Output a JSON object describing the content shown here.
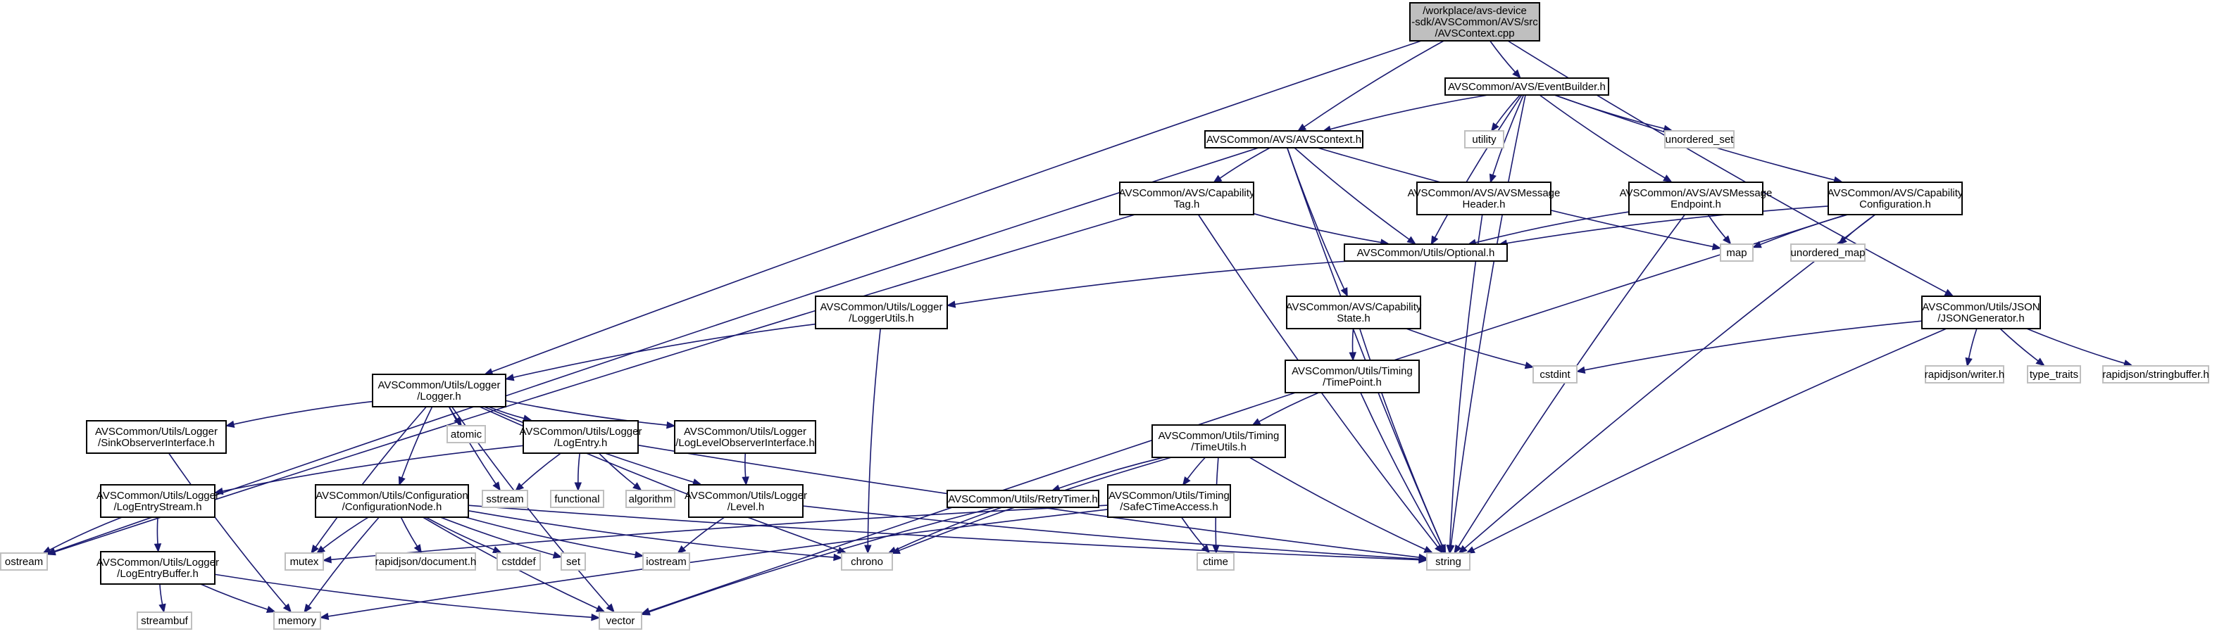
{
  "colors": {
    "edge": "#191970",
    "project_border": "#000000",
    "external_border": "#bfbfbf",
    "root_fill": "#bfbfbf",
    "background": "#ffffff"
  },
  "nodes": [
    {
      "id": "root",
      "kind": "root",
      "label": [
        "/workplace/avs-device",
        "-sdk/AVSCommon/AVS/src",
        "/AVSContext.cpp"
      ]
    },
    {
      "id": "eventbuilder",
      "kind": "project",
      "label": [
        "AVSCommon/AVS/EventBuilder.h"
      ]
    },
    {
      "id": "avscontext",
      "kind": "project",
      "label": [
        "AVSCommon/AVS/AVSContext.h"
      ]
    },
    {
      "id": "utility",
      "kind": "external",
      "label": [
        "utility"
      ]
    },
    {
      "id": "unordered_set",
      "kind": "external",
      "label": [
        "unordered_set"
      ]
    },
    {
      "id": "captag",
      "kind": "project",
      "label": [
        "AVSCommon/AVS/Capability",
        "Tag.h"
      ]
    },
    {
      "id": "msgheader",
      "kind": "project",
      "label": [
        "AVSCommon/AVS/AVSMessage",
        "Header.h"
      ]
    },
    {
      "id": "msgendpoint",
      "kind": "project",
      "label": [
        "AVSCommon/AVS/AVSMessage",
        "Endpoint.h"
      ]
    },
    {
      "id": "capconfig",
      "kind": "project",
      "label": [
        "AVSCommon/AVS/Capability",
        "Configuration.h"
      ]
    },
    {
      "id": "optional",
      "kind": "project",
      "label": [
        "AVSCommon/Utils/Optional.h"
      ]
    },
    {
      "id": "map",
      "kind": "external",
      "label": [
        "map"
      ]
    },
    {
      "id": "unordered_map",
      "kind": "external",
      "label": [
        "unordered_map"
      ]
    },
    {
      "id": "loggerutils",
      "kind": "project",
      "label": [
        "AVSCommon/Utils/Logger",
        "/LoggerUtils.h"
      ]
    },
    {
      "id": "capstate",
      "kind": "project",
      "label": [
        "AVSCommon/AVS/Capability",
        "State.h"
      ]
    },
    {
      "id": "jsongen",
      "kind": "project",
      "label": [
        "AVSCommon/Utils/JSON",
        "/JSONGenerator.h"
      ]
    },
    {
      "id": "logger",
      "kind": "project",
      "label": [
        "AVSCommon/Utils/Logger",
        "/Logger.h"
      ]
    },
    {
      "id": "timepoint",
      "kind": "project",
      "label": [
        "AVSCommon/Utils/Timing",
        "/TimePoint.h"
      ]
    },
    {
      "id": "cstdint",
      "kind": "external",
      "label": [
        "cstdint"
      ]
    },
    {
      "id": "rj_writer",
      "kind": "external",
      "label": [
        "rapidjson/writer.h"
      ]
    },
    {
      "id": "type_traits",
      "kind": "external",
      "label": [
        "type_traits"
      ]
    },
    {
      "id": "rj_stringbuffer",
      "kind": "external",
      "label": [
        "rapidjson/stringbuffer.h"
      ]
    },
    {
      "id": "sinkobserver",
      "kind": "project",
      "label": [
        "AVSCommon/Utils/Logger",
        "/SinkObserverInterface.h"
      ]
    },
    {
      "id": "atomic",
      "kind": "external",
      "label": [
        "atomic"
      ]
    },
    {
      "id": "logentry",
      "kind": "project",
      "label": [
        "AVSCommon/Utils/Logger",
        "/LogEntry.h"
      ]
    },
    {
      "id": "loglevelobserver",
      "kind": "project",
      "label": [
        "AVSCommon/Utils/Logger",
        "/LogLevelObserverInterface.h"
      ]
    },
    {
      "id": "timeutils",
      "kind": "project",
      "label": [
        "AVSCommon/Utils/Timing",
        "/TimeUtils.h"
      ]
    },
    {
      "id": "logentrystream",
      "kind": "project",
      "label": [
        "AVSCommon/Utils/Logger",
        "/LogEntryStream.h"
      ]
    },
    {
      "id": "confignode",
      "kind": "project",
      "label": [
        "AVSCommon/Utils/Configuration",
        "/ConfigurationNode.h"
      ]
    },
    {
      "id": "sstream",
      "kind": "external",
      "label": [
        "sstream"
      ]
    },
    {
      "id": "functional",
      "kind": "external",
      "label": [
        "functional"
      ]
    },
    {
      "id": "algorithm",
      "kind": "external",
      "label": [
        "algorithm"
      ]
    },
    {
      "id": "level",
      "kind": "project",
      "label": [
        "AVSCommon/Utils/Logger",
        "/Level.h"
      ]
    },
    {
      "id": "retrytimer",
      "kind": "project",
      "label": [
        "AVSCommon/Utils/RetryTimer.h"
      ]
    },
    {
      "id": "safectime",
      "kind": "project",
      "label": [
        "AVSCommon/Utils/Timing",
        "/SafeCTimeAccess.h"
      ]
    },
    {
      "id": "ostream",
      "kind": "external",
      "label": [
        "ostream"
      ]
    },
    {
      "id": "logentrybuffer",
      "kind": "project",
      "label": [
        "AVSCommon/Utils/Logger",
        "/LogEntryBuffer.h"
      ]
    },
    {
      "id": "mutex",
      "kind": "external",
      "label": [
        "mutex"
      ]
    },
    {
      "id": "rj_document",
      "kind": "external",
      "label": [
        "rapidjson/document.h"
      ]
    },
    {
      "id": "cstddef",
      "kind": "external",
      "label": [
        "cstddef"
      ]
    },
    {
      "id": "set",
      "kind": "external",
      "label": [
        "set"
      ]
    },
    {
      "id": "iostream",
      "kind": "external",
      "label": [
        "iostream"
      ]
    },
    {
      "id": "chrono",
      "kind": "external",
      "label": [
        "chrono"
      ]
    },
    {
      "id": "string",
      "kind": "external",
      "label": [
        "string"
      ]
    },
    {
      "id": "ctime",
      "kind": "external",
      "label": [
        "ctime"
      ]
    },
    {
      "id": "streambuf",
      "kind": "external",
      "label": [
        "streambuf"
      ]
    },
    {
      "id": "memory",
      "kind": "external",
      "label": [
        "memory"
      ]
    },
    {
      "id": "vector",
      "kind": "external",
      "label": [
        "vector"
      ]
    }
  ],
  "edges": [
    [
      "root",
      "eventbuilder"
    ],
    [
      "root",
      "avscontext"
    ],
    [
      "root",
      "logger"
    ],
    [
      "root",
      "jsongen"
    ],
    [
      "eventbuilder",
      "avscontext"
    ],
    [
      "eventbuilder",
      "utility"
    ],
    [
      "eventbuilder",
      "unordered_set"
    ],
    [
      "eventbuilder",
      "msgheader"
    ],
    [
      "eventbuilder",
      "msgendpoint"
    ],
    [
      "eventbuilder",
      "capconfig"
    ],
    [
      "eventbuilder",
      "optional"
    ],
    [
      "eventbuilder",
      "string"
    ],
    [
      "avscontext",
      "captag"
    ],
    [
      "avscontext",
      "optional"
    ],
    [
      "avscontext",
      "capstate"
    ],
    [
      "avscontext",
      "map"
    ],
    [
      "avscontext",
      "ostream"
    ],
    [
      "avscontext",
      "string"
    ],
    [
      "captag",
      "optional"
    ],
    [
      "captag",
      "ostream"
    ],
    [
      "captag",
      "string"
    ],
    [
      "msgheader",
      "string"
    ],
    [
      "msgendpoint",
      "optional"
    ],
    [
      "msgendpoint",
      "map"
    ],
    [
      "msgendpoint",
      "string"
    ],
    [
      "capconfig",
      "optional"
    ],
    [
      "capconfig",
      "map"
    ],
    [
      "capconfig",
      "unordered_map"
    ],
    [
      "capconfig",
      "string"
    ],
    [
      "capconfig",
      "vector"
    ],
    [
      "optional",
      "loggerutils"
    ],
    [
      "loggerutils",
      "logger"
    ],
    [
      "loggerutils",
      "chrono"
    ],
    [
      "capstate",
      "timepoint"
    ],
    [
      "capstate",
      "cstdint"
    ],
    [
      "capstate",
      "string"
    ],
    [
      "timepoint",
      "timeutils"
    ],
    [
      "timepoint",
      "string"
    ],
    [
      "jsongen",
      "cstdint"
    ],
    [
      "jsongen",
      "rj_writer"
    ],
    [
      "jsongen",
      "type_traits"
    ],
    [
      "jsongen",
      "rj_stringbuffer"
    ],
    [
      "jsongen",
      "string"
    ],
    [
      "logger",
      "sinkobserver"
    ],
    [
      "logger",
      "atomic"
    ],
    [
      "logger",
      "logentry"
    ],
    [
      "logger",
      "loglevelobserver"
    ],
    [
      "logger",
      "confignode"
    ],
    [
      "logger",
      "level"
    ],
    [
      "logger",
      "mutex"
    ],
    [
      "logger",
      "sstream"
    ],
    [
      "logger",
      "chrono"
    ],
    [
      "logger",
      "vector"
    ],
    [
      "sinkobserver",
      "memory"
    ],
    [
      "logentry",
      "logentrystream"
    ],
    [
      "logentry",
      "sstream"
    ],
    [
      "logentry",
      "functional"
    ],
    [
      "logentry",
      "algorithm"
    ],
    [
      "logentry",
      "string"
    ],
    [
      "loglevelobserver",
      "level"
    ],
    [
      "level",
      "iostream"
    ],
    [
      "level",
      "string"
    ],
    [
      "logentrystream",
      "logentrybuffer"
    ],
    [
      "logentrystream",
      "ostream"
    ],
    [
      "logentrybuffer",
      "streambuf"
    ],
    [
      "logentrybuffer",
      "memory"
    ],
    [
      "logentrybuffer",
      "vector"
    ],
    [
      "confignode",
      "mutex"
    ],
    [
      "confignode",
      "rj_document"
    ],
    [
      "confignode",
      "cstddef"
    ],
    [
      "confignode",
      "set"
    ],
    [
      "confignode",
      "iostream"
    ],
    [
      "confignode",
      "chrono"
    ],
    [
      "confignode",
      "string"
    ],
    [
      "confignode",
      "memory"
    ],
    [
      "confignode",
      "vector"
    ],
    [
      "timeutils",
      "retrytimer"
    ],
    [
      "timeutils",
      "safectime"
    ],
    [
      "timeutils",
      "chrono"
    ],
    [
      "timeutils",
      "ctime"
    ],
    [
      "timeutils",
      "string"
    ],
    [
      "retrytimer",
      "chrono"
    ],
    [
      "retrytimer",
      "vector"
    ],
    [
      "safectime",
      "mutex"
    ],
    [
      "safectime",
      "ctime"
    ],
    [
      "safectime",
      "memory"
    ]
  ]
}
